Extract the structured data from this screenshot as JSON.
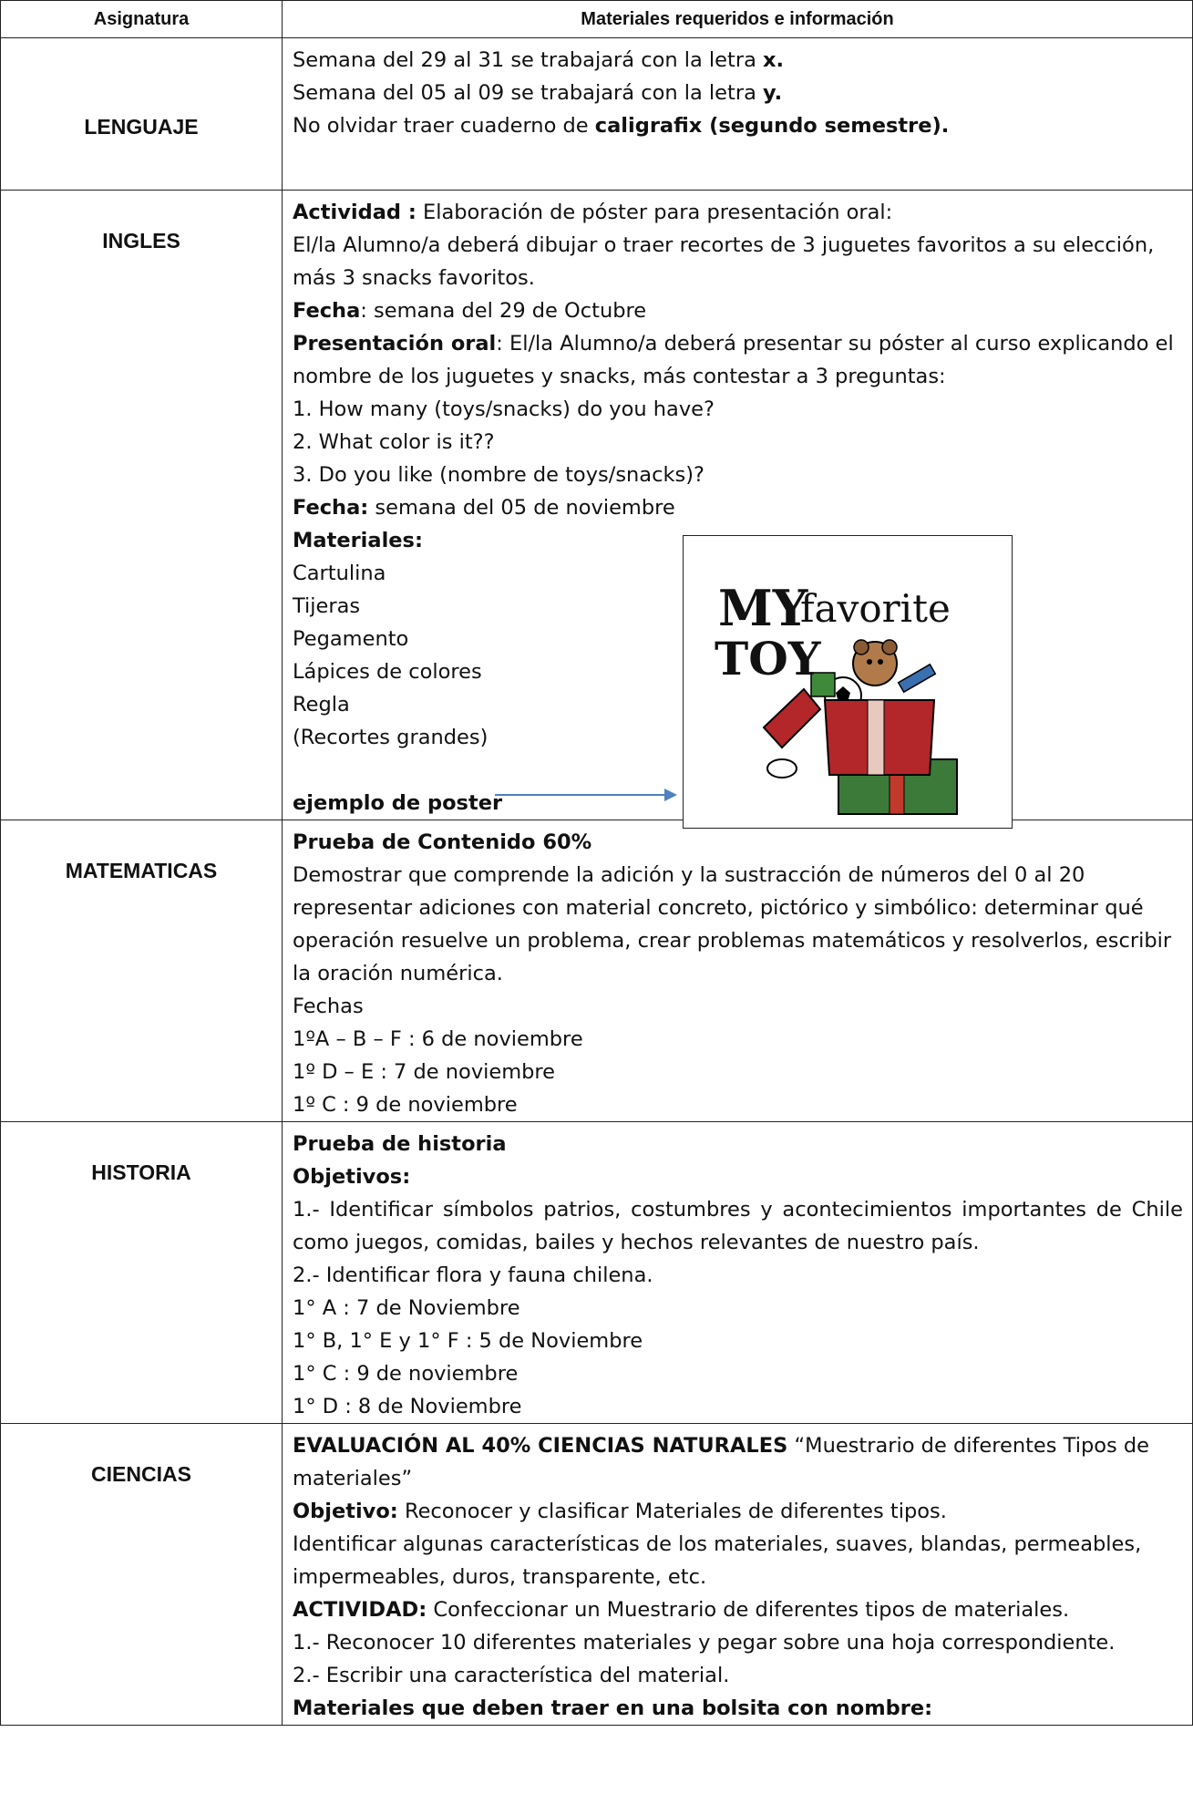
{
  "header": {
    "col1": "Asignatura",
    "col2": "Materiales requeridos e información"
  },
  "lenguaje": {
    "subject": "LENGUAJE",
    "l1a": "Semana del 29 al 31 se trabajará con la letra ",
    "l1b": "x.",
    "l2a": "Semana del 05 al 09 se trabajará con la letra ",
    "l2b": "y.",
    "l3a": "No olvidar traer cuaderno de ",
    "l3b": "caligrafix (segundo semestre)."
  },
  "ingles": {
    "subject": "INGLES",
    "act_label": "Actividad :",
    "act_text": " Elaboración de póster para presentación oral:",
    "line2": "El/la Alumno/a deberá dibujar o traer recortes de  3 juguetes favoritos a su elección, más 3 snacks favoritos.",
    "fecha1_label": "Fecha",
    "fecha1_text": ": semana del 29 de Octubre",
    "pres_label": "Presentación oral",
    "pres_text": ": El/la Alumno/a deberá presentar su póster al curso explicando el nombre de los juguetes y snacks, más contestar a 3 preguntas:",
    "q1": "1. How many (toys/snacks) do you have?",
    "q2": "2. What color is it??",
    "q3": "3. Do you like (nombre de toys/snacks)?",
    "fecha2_label": "Fecha:",
    "fecha2_text": " semana del 05 de noviembre",
    "materiales_label": "Materiales:",
    "materiales": [
      "Cartulina",
      "Tijeras",
      "Pegamento",
      "Lápices de colores",
      "Regla",
      "(Recortes grandes)"
    ],
    "ejemplo": "ejemplo de poster",
    "poster_my": "MY",
    "poster_favorite": "favorite",
    "poster_toy": "TOY"
  },
  "matematicas": {
    "subject": "MATEMATICAS",
    "title": "Prueba de Contenido 60%",
    "desc": " Demostrar que comprende la adición y la sustracción de números del 0 al 20 representar adiciones con material concreto, pictórico y simbólico: determinar qué operación resuelve un problema, crear problemas matemáticos y resolverlos, escribir la oración numérica.",
    "fechas_label": "Fechas",
    "fechas": [
      "1ºA – B – F : 6 de noviembre",
      "1º D – E : 7 de noviembre",
      "1º C : 9 de noviembre"
    ]
  },
  "historia": {
    "subject": "HISTORIA",
    "title": "Prueba de historia",
    "obj_label": "Objetivos:",
    "obj1": "1.- Identificar símbolos patrios, costumbres y acontecimientos importantes de Chile como juegos, comidas, bailes y hechos relevantes de nuestro país.",
    "obj2": "2.- Identificar flora y fauna chilena.",
    "fechas": [
      "1° A : 7 de Noviembre",
      "1° B, 1° E y 1° F  : 5 de Noviembre",
      "1° C : 9 de noviembre",
      "1° D : 8 de Noviembre"
    ]
  },
  "ciencias": {
    "subject": "CIENCIAS",
    "eval_label": "EVALUACIÓN AL 40% CIENCIAS NATURALES",
    "eval_text": " “Muestrario de diferentes Tipos de materiales”",
    "obj_label": "Objetivo:",
    "obj_text": " Reconocer y clasificar Materiales de diferentes tipos.",
    "line3": "Identificar algunas características de los materiales, suaves, blandas, permeables, impermeables,  duros, transparente, etc.",
    "act_label": "ACTIVIDAD:",
    "act_text": " Confeccionar un Muestrario de diferentes tipos de materiales.",
    "s1": "1.- Reconocer 10 diferentes materiales y pegar sobre una hoja correspondiente.",
    "s2": "2.- Escribir una característica del material.",
    "mat_label": "Materiales que deben traer en una bolsita con nombre:"
  }
}
